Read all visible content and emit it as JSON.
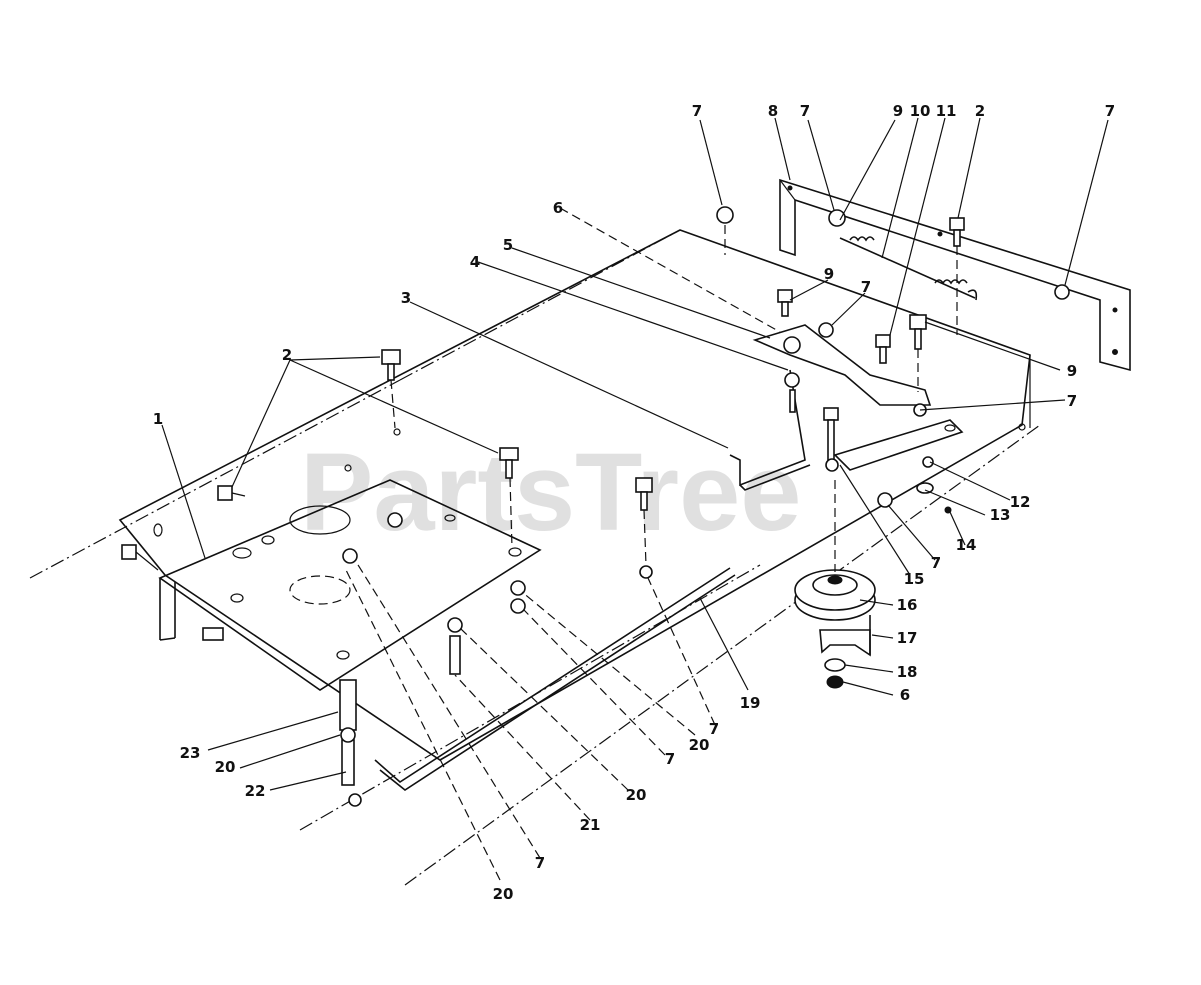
{
  "watermark": "PartsTree",
  "callouts": {
    "c1": "1",
    "c2a": "2",
    "c2b": "2",
    "c3": "3",
    "c4": "4",
    "c5": "5",
    "c6a": "6",
    "c6b": "6",
    "c7a": "7",
    "c7b": "7",
    "c7c": "7",
    "c7d": "7",
    "c7e": "7",
    "c7f": "7",
    "c7g": "7",
    "c7h": "7",
    "c7i": "7",
    "c8": "8",
    "c9a": "9",
    "c9b": "9",
    "c9c": "9",
    "c10": "10",
    "c11": "11",
    "c12": "12",
    "c13": "13",
    "c14": "14",
    "c15": "15",
    "c16": "16",
    "c17": "17",
    "c18": "18",
    "c19": "19",
    "c20a": "20",
    "c20b": "20",
    "c20c": "20",
    "c20d": "20",
    "c21": "21",
    "c22": "22",
    "c23": "23"
  }
}
